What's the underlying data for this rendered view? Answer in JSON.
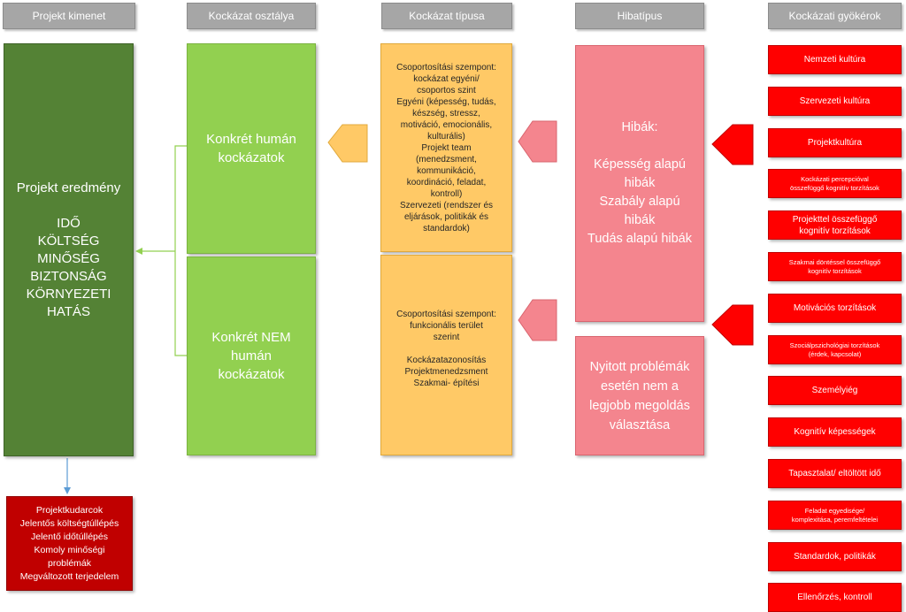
{
  "headers": {
    "outcome": "Projekt kimenet",
    "risk_class": "Kockázat osztálya",
    "risk_type": "Kockázat típusa",
    "error_type": "Hibatípus",
    "risk_roots": "Kockázati gyökérok"
  },
  "outcome": {
    "main": "Projekt eredmény\n\nIDŐ\nKÖLTSÉG\nMINŐSÉG\nBIZTONSÁG\nKÖRNYEZETI\nHATÁS",
    "result": "Projektkudarcok\nJelentős költségtúllépés\nJelentő időtúllépés\nKomoly minőségi\nproblémák\nMegváltozott terjedelem"
  },
  "risk_class": {
    "human": "Konkrét humán\nkockázatok",
    "non_human": "Konkrét NEM\nhumán\nkockázatok"
  },
  "risk_type": {
    "human": "Csoportosítási szempont:\nkockázat egyéni/\ncsoportos szint\nEgyéni (képesség, tudás,\nkészség, stressz,\nmotiváció, emocionális,\nkulturális)\nProjekt team\n(menedzsment,\nkommunikáció,\nkoordináció, feladat,\nkontroll)\nSzervezeti (rendszer és\neljárások, politikák és\nstandardok)",
    "non_human": "Csoportosítási szempont:\nfunkcionális terület\nszerint\n\nKockázatazonosítás\nProjektmenedzsment\nSzakmai- építési"
  },
  "error_type": {
    "errors": "Hibák:\n\nKépesség alapú\nhibák\nSzabály alapú\nhibák\nTudás alapú hibák",
    "open_problems": "Nyitott problémák\nesetén nem a\nlegjobb megoldás\nválasztása"
  },
  "risk_roots": [
    {
      "label": "Nemzeti kultúra",
      "size": "normal"
    },
    {
      "label": "Szervezeti kultúra",
      "size": "normal"
    },
    {
      "label": "Projektkultúra",
      "size": "normal"
    },
    {
      "label": "Kockázati percepcióval\nösszefüggő kognitív torzítások",
      "size": "small"
    },
    {
      "label": "Projekttel összefüggő\nkognitív torzítások",
      "size": "normal"
    },
    {
      "label": "Szakmai döntéssel összefüggő\nkognitív torzítások",
      "size": "small"
    },
    {
      "label": "Motivációs torzítások",
      "size": "normal"
    },
    {
      "label": "Szociálpszichológiai torzítások\n(érdek, kapcsolat)",
      "size": "small"
    },
    {
      "label": "Személyiég",
      "size": "normal"
    },
    {
      "label": "Kognitív képességek",
      "size": "normal"
    },
    {
      "label": "Tapasztalat/ eltöltött idő",
      "size": "normal"
    },
    {
      "label": "Feladat egyedisége/\nkomplexitása, peremfeltételei",
      "size": "small"
    },
    {
      "label": "Standardok, politikák",
      "size": "normal"
    },
    {
      "label": "Ellenőrzés, kontroll",
      "size": "normal"
    }
  ],
  "colors": {
    "header": "#a6a6a6",
    "outcome": "#548235",
    "risk_class": "#92d050",
    "risk_type": "#ffc966",
    "error_type": "#f4858e",
    "risk_roots": "#ff0000",
    "result": "#c00000"
  }
}
